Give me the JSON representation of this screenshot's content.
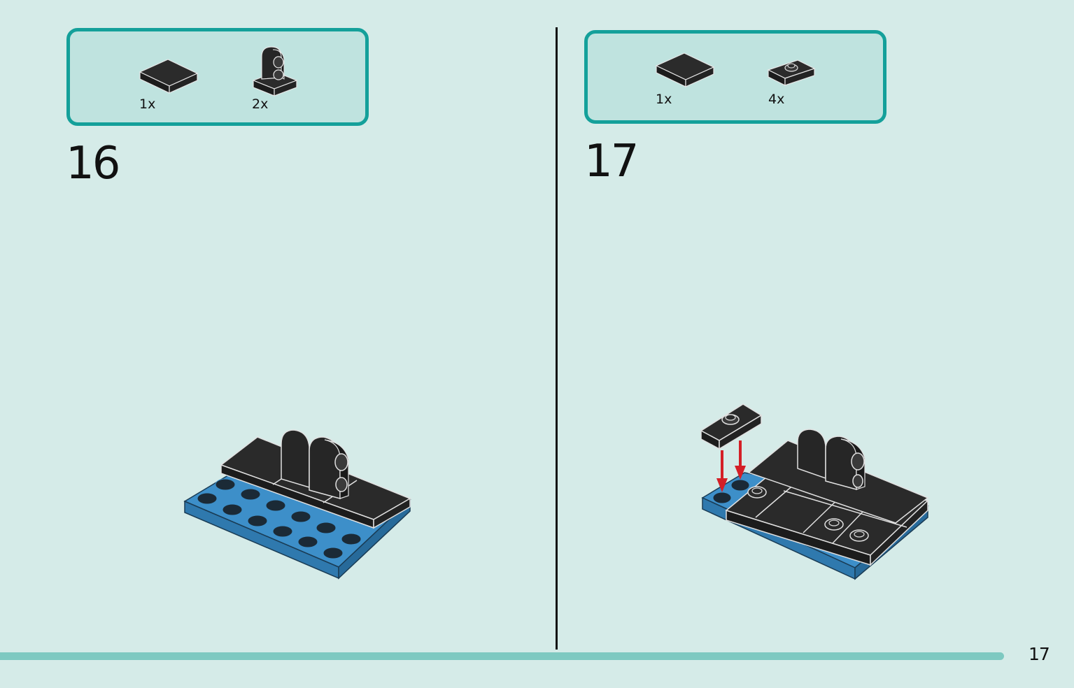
{
  "steps": [
    {
      "number": "16",
      "parts": [
        {
          "icon": "flat-tile-2x2-icon",
          "qty": "1x"
        },
        {
          "icon": "bracket-pin-hole-icon",
          "qty": "2x"
        }
      ]
    },
    {
      "number": "17",
      "parts": [
        {
          "icon": "flat-tile-2x2-icon",
          "qty": "1x"
        },
        {
          "icon": "jumper-plate-1x2-icon",
          "qty": "4x"
        }
      ]
    }
  ],
  "page_number": "17",
  "colors": {
    "background": "#d5ebe8",
    "accent": "#14a09a",
    "footer_bar": "#7ec9c1",
    "brick_black": "#2a2a2a",
    "brick_blue": "#3d8fc9",
    "arrow_red": "#d41f26"
  }
}
